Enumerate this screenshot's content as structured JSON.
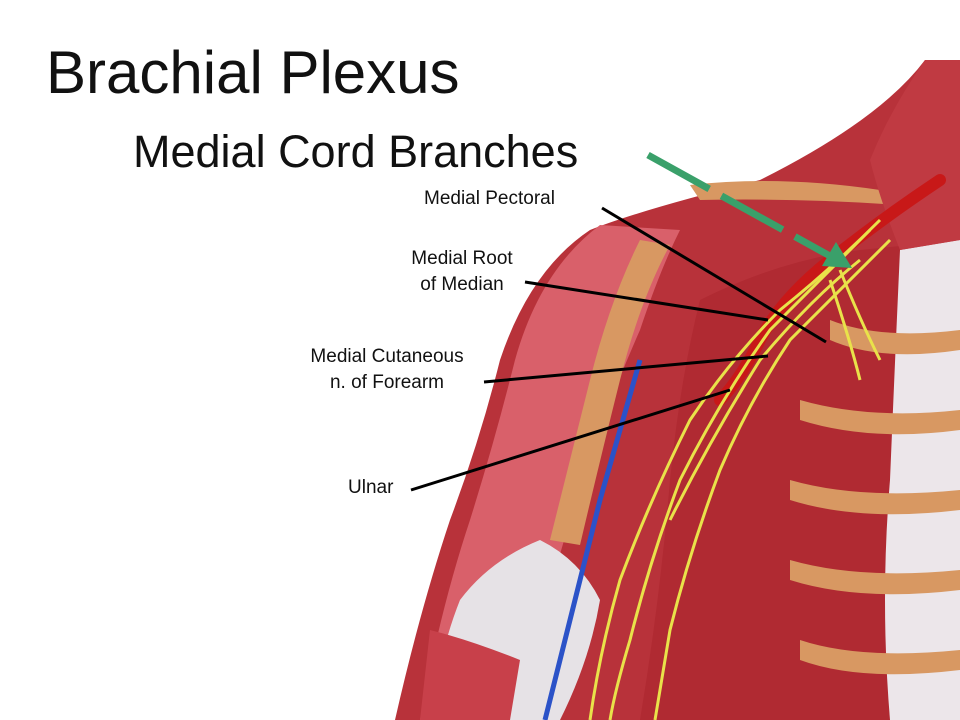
{
  "slide": {
    "title": "Brachial Plexus",
    "subtitle": "Medial Cord Branches"
  },
  "labels": {
    "medial_pectoral": "Medial Pectoral",
    "medial_root_line1": "Medial Root",
    "medial_root_line2": "of Median",
    "medial_cutaneous_line1": "Medial Cutaneous",
    "medial_cutaneous_line2": "n. of Forearm",
    "ulnar": "Ulnar"
  },
  "colors": {
    "muscle": "#b8323a",
    "muscle_light": "#d9606a",
    "tendon": "#e6e2e6",
    "bone": "#d89862",
    "nerve": "#e9e24a",
    "artery": "#c81818",
    "vein": "#2b52c8",
    "pointer_arrow": "#3aa06a",
    "leader_line": "#000000"
  }
}
